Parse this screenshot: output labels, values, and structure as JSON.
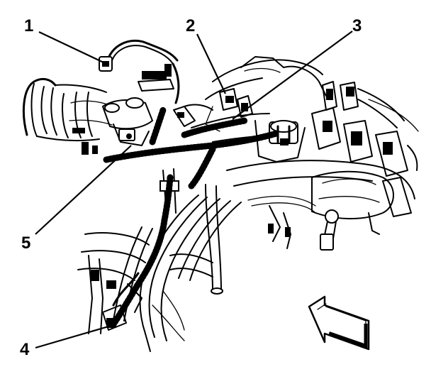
{
  "callouts": [
    {
      "id": "1",
      "label": "1"
    },
    {
      "id": "2",
      "label": "2"
    },
    {
      "id": "3",
      "label": "3"
    },
    {
      "id": "4",
      "label": "4"
    },
    {
      "id": "5",
      "label": "5"
    }
  ],
  "icons": {
    "direction": "forward-arrow-icon"
  },
  "colors": {
    "line": "#000000",
    "background": "#ffffff"
  }
}
